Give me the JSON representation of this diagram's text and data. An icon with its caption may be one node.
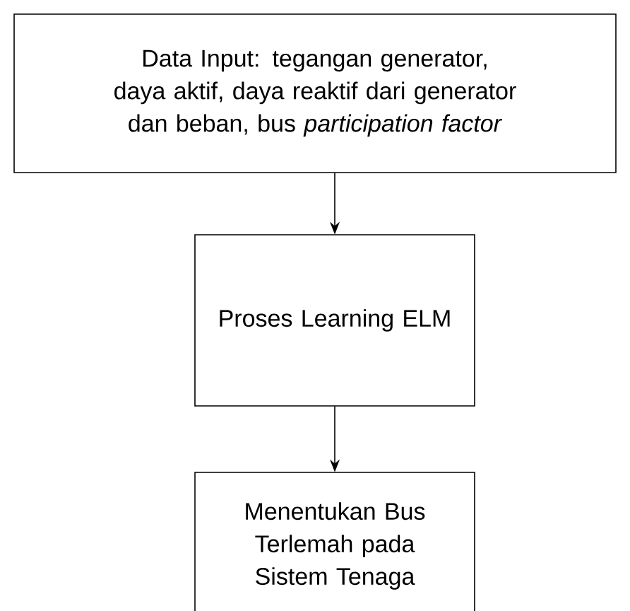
{
  "diagram": {
    "nodes": [
      {
        "text": [
          "Data Input: tegangan generator, daya aktif, daya reaktif dari generator dan beban, bus *participation factor*"
        ]
      },
      {
        "text": [
          "Proses Learning ELM"
        ]
      },
      {
        "text": [
          "Menentukan Bus Terlemah pada Sistem Tenaga"
        ]
      }
    ],
    "edges": [
      {
        "from": 0,
        "to": 1,
        "arrow": "to"
      },
      {
        "from": 1,
        "to": 2,
        "arrow": "to"
      }
    ]
  }
}
